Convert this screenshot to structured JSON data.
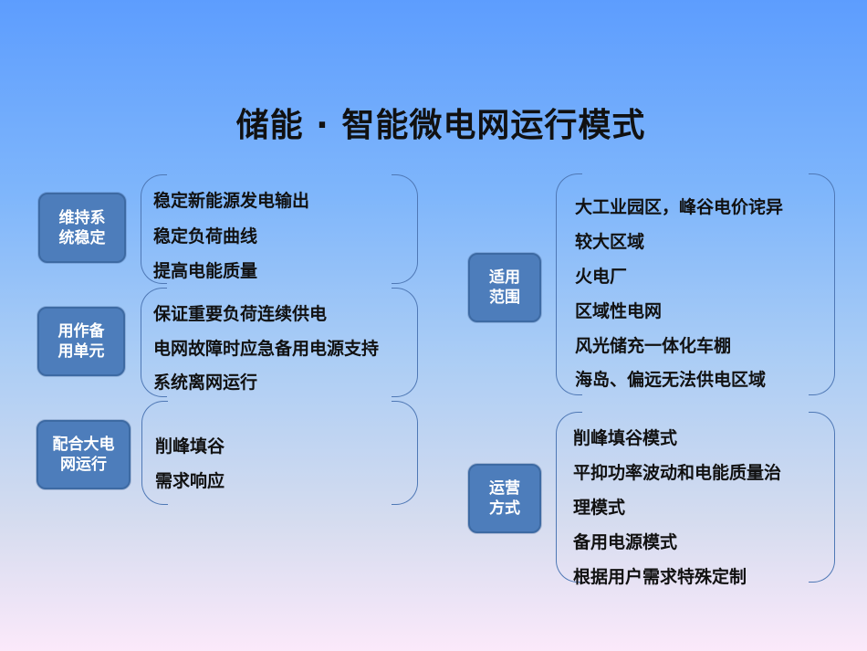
{
  "title": "储能 · 智能微电网运行模式",
  "colors": {
    "background_top": "#5d9dfe",
    "background_bottom": "#fbe9fa",
    "label_box_fill": "#4d7dbb",
    "label_box_border": "#3d6aa3",
    "bracket_stroke": "#4f78b5",
    "item_text": "#111111"
  },
  "left_sections": [
    {
      "label_line1": "维持系",
      "label_line2": "统稳定",
      "items": [
        "稳定新能源发电输出",
        "稳定负荷曲线",
        "提高电能质量"
      ]
    },
    {
      "label_line1": "用作备",
      "label_line2": "用单元",
      "items": [
        "保证重要负荷连续供电",
        "电网故障时应急备用电源支持",
        "系统离网运行"
      ]
    },
    {
      "label_line1": "配合大电",
      "label_line2": "网运行",
      "items": [
        "削峰填谷",
        "需求响应"
      ]
    }
  ],
  "right_sections": [
    {
      "label_line1": "适用",
      "label_line2": "范围",
      "items": [
        "大工业园区，峰谷电价诧异",
        "较大区域",
        "火电厂",
        "区域性电网",
        "风光储充一体化车棚",
        "海岛、偏远无法供电区域"
      ]
    },
    {
      "label_line1": "运营",
      "label_line2": "方式",
      "items": [
        "削峰填谷模式",
        "平抑功率波动和电能质量治",
        "理模式",
        "备用电源模式",
        "根据用户需求特殊定制"
      ]
    }
  ]
}
